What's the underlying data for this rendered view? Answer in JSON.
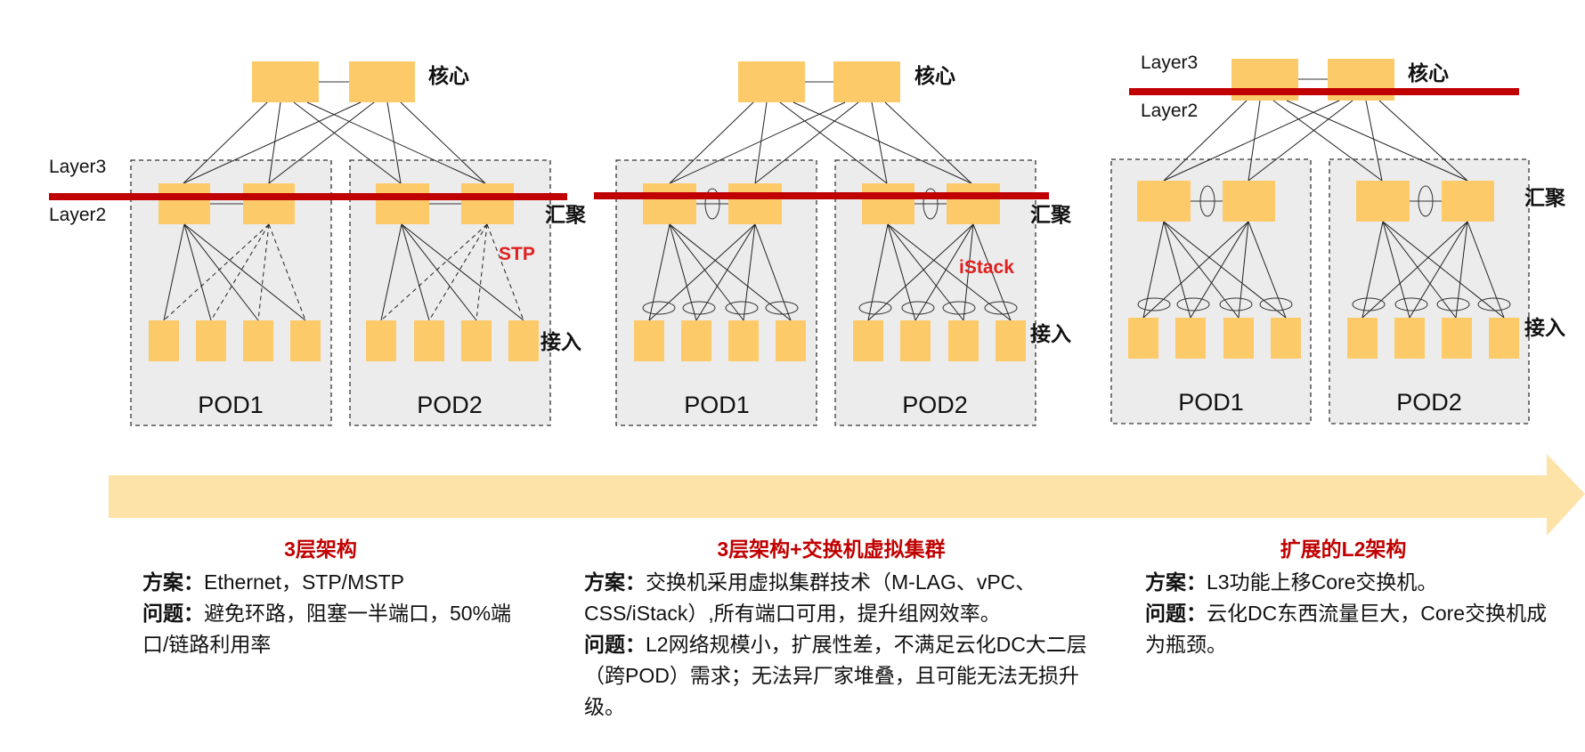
{
  "labels": {
    "core": "核心",
    "aggregation": "汇聚",
    "access": "接入",
    "layer3": "Layer3",
    "layer2": "Layer2",
    "stp": "STP",
    "istack": "iStack",
    "pod1": "POD1",
    "pod2": "POD2"
  },
  "colors": {
    "switch": "#fdca6a",
    "red_line": "#c00000",
    "pod_bg": "#ececec",
    "arrow": "#fde3a7",
    "title": "#c00000"
  },
  "panels": [
    {
      "title": "3层架构",
      "lines": [
        {
          "key": "方案：",
          "text": "Ethernet，STP/MSTP"
        },
        {
          "key": "问题：",
          "text": "避免环路，阻塞一半端口，50%端口/链路利用率"
        }
      ]
    },
    {
      "title": "3层架构+交换机虚拟集群",
      "lines": [
        {
          "key": "方案：",
          "text": "交换机采用虚拟集群技术（M-LAG、vPC、CSS/iStack）,所有端口可用，提升组网效率。"
        },
        {
          "key": "问题：",
          "text": "L2网络规模小，扩展性差，不满足云化DC大二层（跨POD）需求；无法异厂家堆叠，且可能无法无损升级。"
        }
      ]
    },
    {
      "title": "扩展的L2架构",
      "lines": [
        {
          "key": "方案：",
          "text": "L3功能上移Core交换机。"
        },
        {
          "key": "问题：",
          "text": "云化DC东西流量巨大，Core交换机成为瓶颈。"
        }
      ]
    }
  ]
}
